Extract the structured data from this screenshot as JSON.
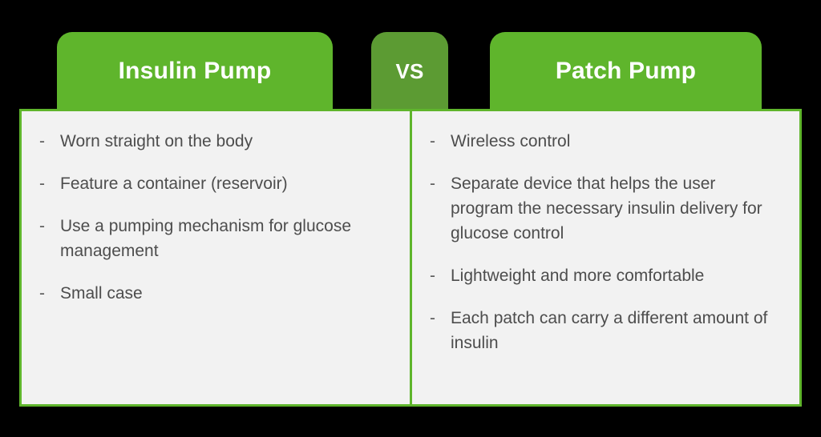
{
  "theme": {
    "tab_green": "#5FB52C",
    "vs_green": "#5C9B33",
    "panel_background": "#F2F2F2",
    "panel_border": "#5FB52C",
    "text_color": "#4D4D4D",
    "page_background": "#000000",
    "tab_label_color": "#FFFFFF"
  },
  "headers": {
    "left": "Insulin Pump",
    "middle": "VS",
    "right": "Patch Pump"
  },
  "bullet_marker": "-",
  "columns": [
    {
      "title": "Insulin Pump",
      "items": [
        "Worn straight on the body",
        "Feature a container (reservoir)",
        "Use a pumping mechanism for glucose management",
        "Small case"
      ]
    },
    {
      "title": "Patch Pump",
      "items": [
        "Wireless control",
        "Separate device that helps the user program the necessary insulin delivery for glucose control",
        "Lightweight and more comfortable",
        "Each patch can carry a different amount of insulin"
      ]
    }
  ]
}
